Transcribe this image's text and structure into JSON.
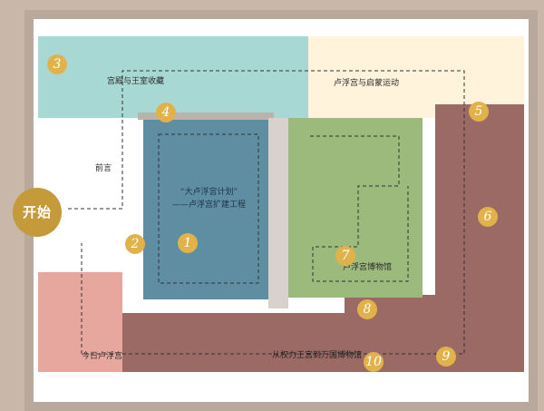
{
  "start_label": "开始",
  "zones": {
    "palace": "宫殿与王室收藏",
    "enlightenment": "卢浮宫与启蒙运动",
    "preface": "前言",
    "grand_plan_title": "“大卢浮宫计划”",
    "grand_plan_sub": "——卢浮宫扩建工程",
    "museum": "卢浮宫博物馆",
    "today": "今日卢浮宫",
    "empire": "从权力王宫到万国博物馆"
  },
  "markers": [
    "1",
    "2",
    "3",
    "4",
    "5",
    "6",
    "7",
    "8",
    "9",
    "10"
  ],
  "colors": {
    "palace": "#a8d8d4",
    "enlightenment": "#fff3dc",
    "grand_plan": "#5f8ea3",
    "museum": "#9cba7c",
    "today": "#e8a79e",
    "empire": "#9c6a64",
    "marker": "#e2b24a"
  }
}
